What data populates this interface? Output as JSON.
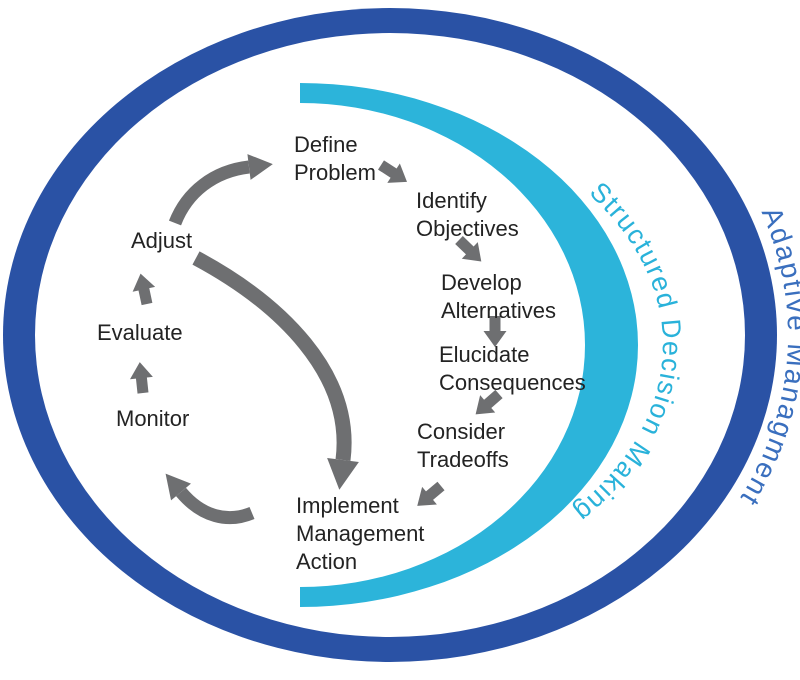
{
  "diagram": {
    "outer_ring_label": "Adaptive Managment",
    "inner_arc_label": "Structured Decision Making",
    "colors": {
      "outer_ring": "#2a52a5",
      "outer_label": "#3a6fbe",
      "inner_arc": "#2cb4da",
      "inner_label": "#29b2da",
      "arrow": "#6e6f71",
      "step_text": "#232323",
      "background": "#ffffff"
    },
    "sdm_steps": [
      {
        "id": "define-problem",
        "lines": [
          "Define",
          "Problem"
        ]
      },
      {
        "id": "identify-objectives",
        "lines": [
          "Identify",
          "Objectives"
        ]
      },
      {
        "id": "develop-alternatives",
        "lines": [
          "Develop",
          "Alternatives"
        ]
      },
      {
        "id": "elucidate-consequences",
        "lines": [
          "Elucidate",
          "Consequences"
        ]
      },
      {
        "id": "consider-tradeoffs",
        "lines": [
          "Consider",
          "Tradeoffs"
        ]
      },
      {
        "id": "implement-management-action",
        "lines": [
          "Implement",
          "Management",
          "Action"
        ]
      }
    ],
    "am_steps": [
      {
        "id": "monitor",
        "label": "Monitor"
      },
      {
        "id": "evaluate",
        "label": "Evaluate"
      },
      {
        "id": "adjust",
        "label": "Adjust"
      }
    ]
  }
}
